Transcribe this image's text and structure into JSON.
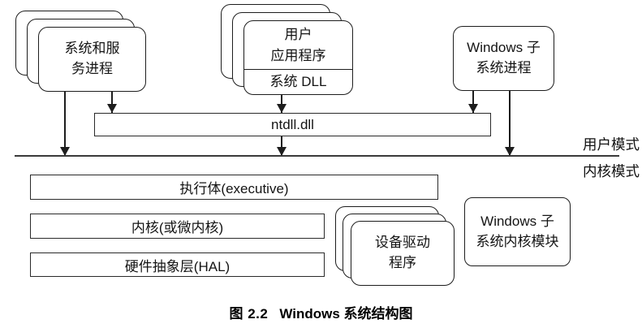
{
  "diagram": {
    "caption": {
      "figure_number": "图 2.2",
      "title": "Windows 系统结构图"
    },
    "mode_labels": {
      "user_mode": "用户模式",
      "kernel_mode": "内核模式"
    },
    "nodes": {
      "system_service_processes": {
        "lines": [
          "系统和服",
          "务进程"
        ]
      },
      "user_applications": {
        "lines": [
          "用户",
          "应用程序"
        ]
      },
      "system_dll": {
        "label": "系统 DLL"
      },
      "windows_subsystem_process": {
        "lines": [
          "Windows 子",
          "系统进程"
        ]
      },
      "ntdll": {
        "label": "ntdll.dll"
      },
      "executive": {
        "label": "执行体(executive)"
      },
      "kernel": {
        "label": "内核(或微内核)"
      },
      "hal": {
        "label": "硬件抽象层(HAL)"
      },
      "device_drivers": {
        "lines": [
          "设备驱动",
          "程序"
        ]
      },
      "windows_subsystem_kernel_module": {
        "lines": [
          "Windows 子",
          "系统内核模块"
        ]
      }
    },
    "colors": {
      "line": "#1d1d1d",
      "background": "#ffffff"
    }
  }
}
